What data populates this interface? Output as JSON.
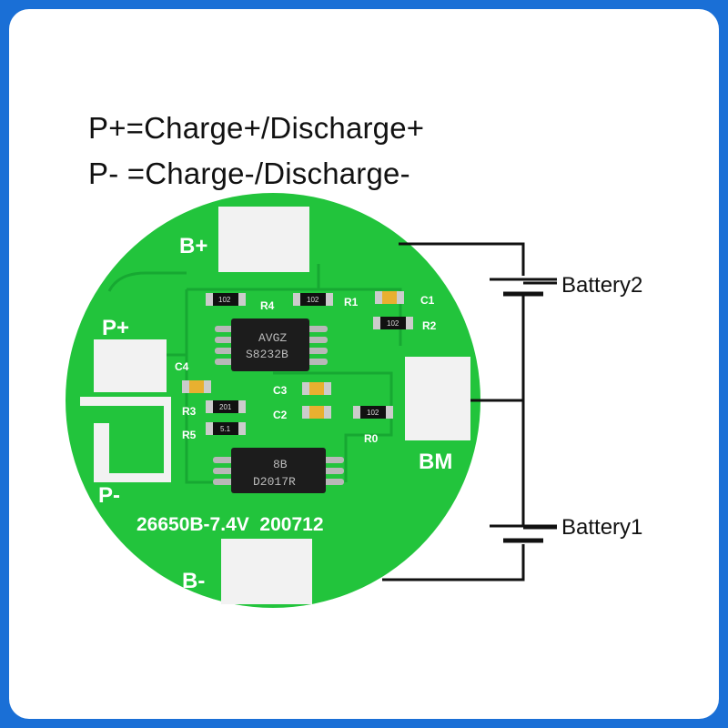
{
  "legend": {
    "line1": "P+=Charge+/Discharge+",
    "line2": "P- =Charge-/Discharge-"
  },
  "pads": {
    "b_plus": "B+",
    "b_minus": "B-",
    "p_plus": "P+",
    "p_minus": "P-",
    "bm": "BM"
  },
  "board": {
    "silkscreen": "26650B-7.4V  200712"
  },
  "chips": {
    "u1_line1": "AVGZ",
    "u1_line2": "S8232B",
    "u2_line1": "8B",
    "u2_line2": "D2017R"
  },
  "components": {
    "r4_value": "102",
    "r4_label": "R4",
    "r1_value": "102",
    "r1_label": "R1",
    "c1_label": "C1",
    "r2_value": "102",
    "r2_label": "R2",
    "c4_label": "C4",
    "r3_value": "201",
    "r3_label": "R3",
    "r5_value": "5.1",
    "r5_label": "R5",
    "c3_label": "C3",
    "c2_label": "C2",
    "r0_value": "102",
    "r0_label": "R0"
  },
  "batteries": {
    "battery2": "Battery2",
    "battery1": "Battery1"
  },
  "colors": {
    "frame": "#1a6fd6",
    "pcb": "#22c43c",
    "pad": "#f2f2f2",
    "chip": "#1c1c1c"
  }
}
